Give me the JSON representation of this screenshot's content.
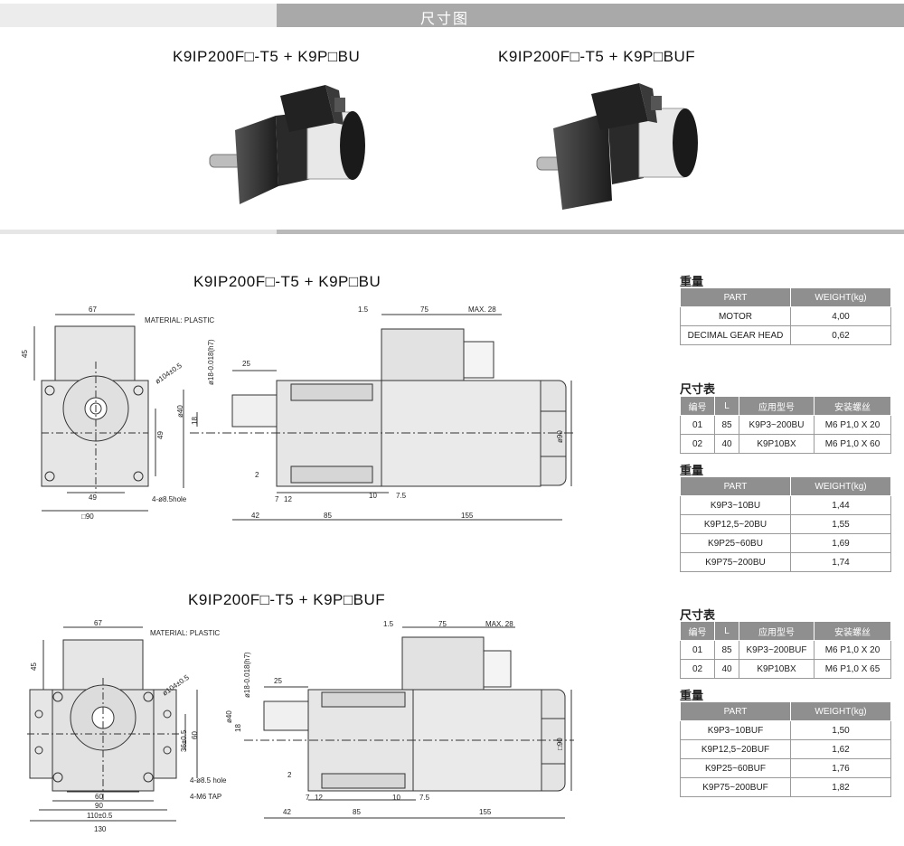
{
  "banner": {
    "title": "尺寸图"
  },
  "top_models": [
    "K9IP200F□-T5 + K9P□BU",
    "K9IP200F□-T5 + K9P□BUF"
  ],
  "drawings": {
    "upper": {
      "title": "K9IP200F□-T5 + K9P□BU",
      "material": "MATERIAL: PLASTIC",
      "hole_note": "4-ø8.5hole",
      "dims": {
        "box_w": "67",
        "box_h": "45",
        "pcd": "ø104±0.5",
        "shaft": "ø18-0.018(h7)",
        "shaft_len": "25",
        "pilot": "ø40",
        "key": "18",
        "inner": "49",
        "inner2": "49",
        "square": "□90",
        "gap": "2",
        "t7": "7",
        "t12": "12",
        "t10": "10",
        "t7_5": "7.5",
        "l42": "42",
        "l85": "85",
        "l155": "155",
        "top15": "1.5",
        "top75": "75",
        "max28": "MAX. 28",
        "d90": "ø90"
      }
    },
    "lower": {
      "title": "K9IP200F□-T5 + K9P□BUF",
      "material": "MATERIAL: PLASTIC",
      "hole_note": "4-ø8.5 hole",
      "tap_note": "4-M6 TAP",
      "dims": {
        "box_w": "67",
        "box_h": "45",
        "pcd": "ø104±0.5",
        "shaft": "ø18-0.018(h7)",
        "shaft_len": "25",
        "pilot": "ø40",
        "key": "18",
        "h36": "36±0.5",
        "h60": "60",
        "w60": "60",
        "w90": "90",
        "w110": "110±0.5",
        "w130": "130",
        "gap": "2",
        "t7": "7",
        "t12": "12",
        "t10": "10",
        "t7_5": "7.5",
        "l42": "42",
        "l85": "85",
        "l155": "155",
        "top15": "1.5",
        "top75": "75",
        "max28": "MAX. 28",
        "d90": "□90"
      }
    }
  },
  "tables": {
    "weight1": {
      "heading": "重量",
      "headers": [
        "PART",
        "WEIGHT(kg)"
      ],
      "rows": [
        [
          "MOTOR",
          "4,00"
        ],
        [
          "DECIMAL GEAR HEAD",
          "0,62"
        ]
      ]
    },
    "size1": {
      "heading": "尺寸表",
      "headers": [
        "编号",
        "L",
        "应用型号",
        "安装螺丝"
      ],
      "rows": [
        [
          "01",
          "85",
          "K9P3~200BU",
          "M6 P1,0 X 20"
        ],
        [
          "02",
          "40",
          "K9P10BX",
          "M6 P1,0 X 60"
        ]
      ]
    },
    "weight2": {
      "heading": "重量",
      "headers": [
        "PART",
        "WEIGHT(kg)"
      ],
      "rows": [
        [
          "K9P3~10BU",
          "1,44"
        ],
        [
          "K9P12,5~20BU",
          "1,55"
        ],
        [
          "K9P25~60BU",
          "1,69"
        ],
        [
          "K9P75~200BU",
          "1,74"
        ]
      ]
    },
    "size2": {
      "heading": "尺寸表",
      "headers": [
        "编号",
        "L",
        "应用型号",
        "安装螺丝"
      ],
      "rows": [
        [
          "01",
          "85",
          "K9P3~200BUF",
          "M6 P1,0 X 20"
        ],
        [
          "02",
          "40",
          "K9P10BX",
          "M6 P1,0 X 65"
        ]
      ]
    },
    "weight3": {
      "heading": "重量",
      "headers": [
        "PART",
        "WEIGHT(kg)"
      ],
      "rows": [
        [
          "K9P3~10BUF",
          "1,50"
        ],
        [
          "K9P12,5~20BUF",
          "1,62"
        ],
        [
          "K9P25~60BUF",
          "1,76"
        ],
        [
          "K9P75~200BUF",
          "1,82"
        ]
      ]
    }
  }
}
